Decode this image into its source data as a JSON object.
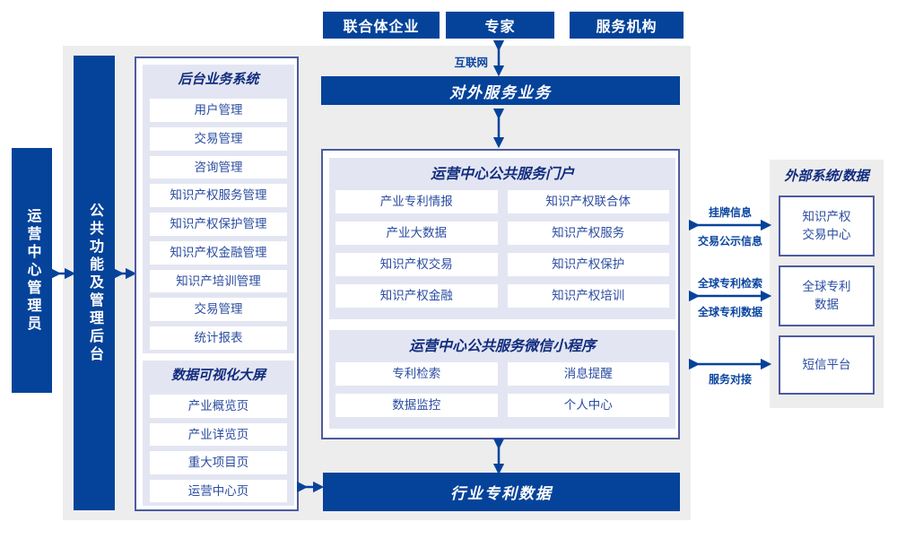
{
  "colors": {
    "primary_blue": "#05439a",
    "panel_gray": "#ededee",
    "group_lavender": "#e3e6f2",
    "box_border": "#4d5a9e",
    "item_text": "#2b4da1",
    "title_text": "#122c7e",
    "label_text": "#0a45a0"
  },
  "top_actors": [
    "联合体企业",
    "专家",
    "服务机构"
  ],
  "internet_label": "互联网",
  "external_service_bar": "对外服务业务",
  "left_bars": {
    "admin": "运营中心管理员",
    "backend": "公共功能及管理后台"
  },
  "backend_system": {
    "title": "后台业务系统",
    "items": [
      "用户管理",
      "交易管理",
      "咨询管理",
      "知识产权服务管理",
      "知识产权保护管理",
      "知识产权金融管理",
      "知识产培训管理",
      "交易管理",
      "统计报表"
    ]
  },
  "data_screen": {
    "title": "数据可视化大屏",
    "items": [
      "产业概览页",
      "产业详览页",
      "重大项目页",
      "运营中心页"
    ]
  },
  "portal": {
    "title": "运营中心公共服务门户",
    "items": [
      "产业专利情报",
      "知识产权联合体",
      "产业大数据",
      "知识产权服务",
      "知识产权交易",
      "知识产权保护",
      "知识产权金融",
      "知识产权培训"
    ]
  },
  "miniprogram": {
    "title": "运营中心公共服务微信小程序",
    "items": [
      "专利检索",
      "消息提醒",
      "数据监控",
      "个人中心"
    ]
  },
  "industry_bar": "行业专利数据",
  "external_systems": {
    "title": "外部系统/数据",
    "boxes": [
      "知识产权\n交易中心",
      "全球专利\n数据",
      "短信平台"
    ]
  },
  "link_labels": {
    "listing_top": "挂牌信息",
    "listing_bottom": "交易公示信息",
    "global_top": "全球专利检索",
    "global_bottom": "全球专利数据",
    "sms_bottom": "服务对接"
  }
}
